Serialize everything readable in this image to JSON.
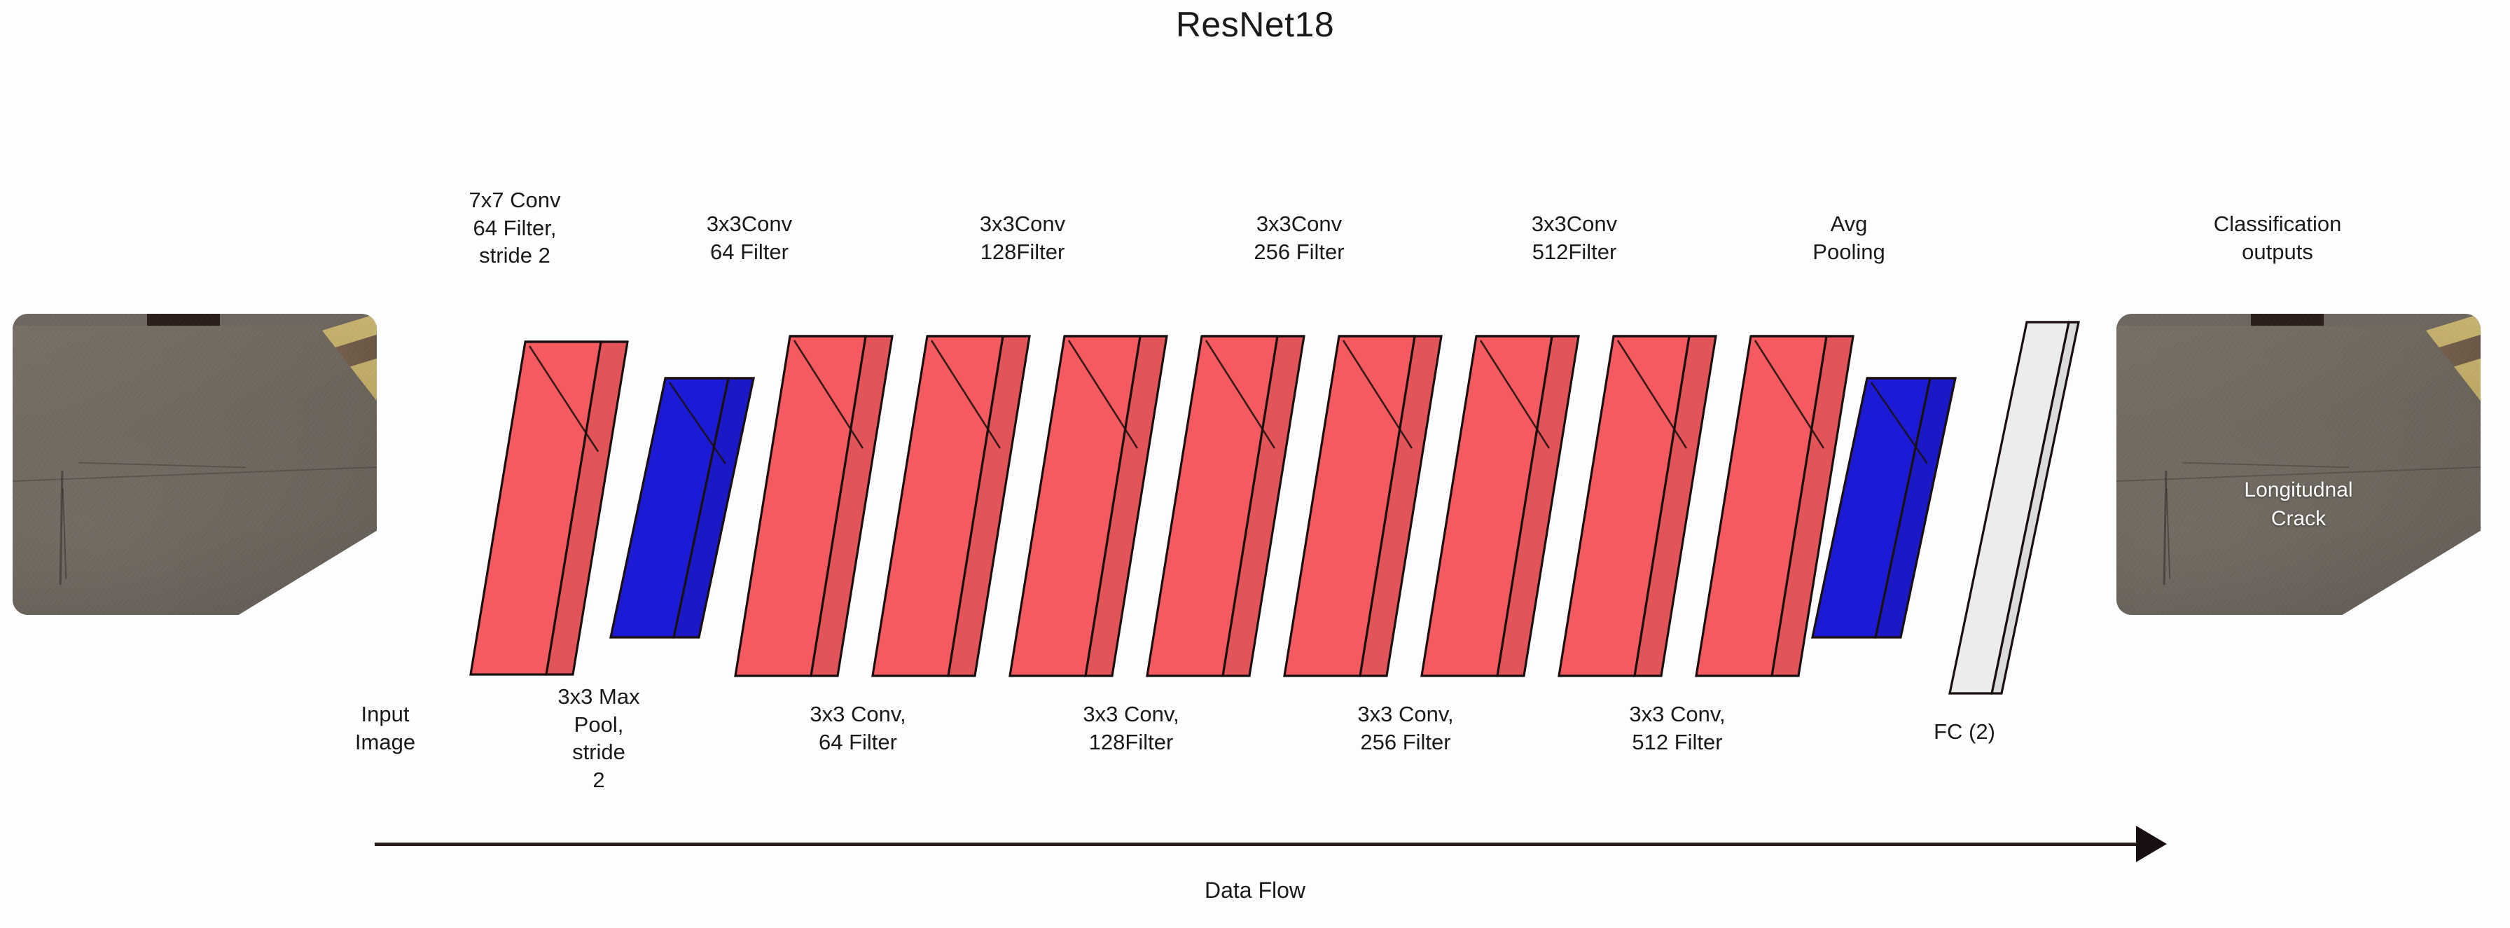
{
  "diagram": {
    "title": "ResNet18",
    "flow_label": "Data Flow",
    "colors": {
      "conv_block": "#f45a5f",
      "conv_block_top": "#f9797e",
      "conv_block_side": "#f06a6e",
      "pool_block": "#1d1ad6",
      "pool_block_top": "#3a36e6",
      "pool_block_side": "#2a26dd",
      "fc_plane": "#ececec",
      "fc_plane_side": "#cfcfcf",
      "outline": "#1a1010",
      "arrow": "#2b1f1f",
      "background": "#fdfdfd"
    }
  },
  "input": {
    "caption": "Input\nImage",
    "caption_line1": "Input",
    "caption_line2": "Image"
  },
  "output": {
    "title_line1": "Classification",
    "title_line2": "outputs",
    "overlay_line1": "Longitudnal",
    "overlay_line2": "Crack"
  },
  "top_labels": [
    {
      "id": "conv1",
      "lines": [
        "7x7 Conv",
        "64 Filter,",
        "stride 2"
      ]
    },
    {
      "id": "conv2a",
      "lines": [
        "3x3Conv",
        "64 Filter"
      ]
    },
    {
      "id": "conv3a",
      "lines": [
        "3x3Conv",
        "128Filter"
      ]
    },
    {
      "id": "conv4a",
      "lines": [
        "3x3Conv",
        "256 Filter"
      ]
    },
    {
      "id": "conv5a",
      "lines": [
        "3x3Conv",
        "512Filter"
      ]
    },
    {
      "id": "avgpool",
      "lines": [
        "Avg",
        "Pooling"
      ]
    }
  ],
  "bottom_labels": [
    {
      "id": "input",
      "lines": [
        "Input",
        "Image"
      ]
    },
    {
      "id": "maxpool",
      "lines": [
        "3x3 Max",
        "Pool,",
        "stride",
        "2"
      ]
    },
    {
      "id": "conv2b",
      "lines": [
        "3x3 Conv,",
        "64 Filter"
      ]
    },
    {
      "id": "conv3b",
      "lines": [
        "3x3 Conv,",
        "128Filter"
      ]
    },
    {
      "id": "conv4b",
      "lines": [
        "3x3 Conv,",
        "256 Filter"
      ]
    },
    {
      "id": "conv5b",
      "lines": [
        "3x3 Conv,",
        "512 Filter"
      ]
    },
    {
      "id": "fc",
      "lines": [
        "FC (2)"
      ]
    }
  ],
  "blocks": [
    {
      "id": "conv1",
      "type": "conv",
      "color": "#f45a5f"
    },
    {
      "id": "maxpool",
      "type": "pool",
      "color": "#1d1ad6"
    },
    {
      "id": "conv2_1",
      "type": "conv",
      "color": "#f45a5f"
    },
    {
      "id": "conv2_2",
      "type": "conv",
      "color": "#f45a5f"
    },
    {
      "id": "conv3_1",
      "type": "conv",
      "color": "#f45a5f"
    },
    {
      "id": "conv3_2",
      "type": "conv",
      "color": "#f45a5f"
    },
    {
      "id": "conv4_1",
      "type": "conv",
      "color": "#f45a5f"
    },
    {
      "id": "conv4_2",
      "type": "conv",
      "color": "#f45a5f"
    },
    {
      "id": "conv5_1",
      "type": "conv",
      "color": "#f45a5f"
    },
    {
      "id": "conv5_2",
      "type": "conv",
      "color": "#f45a5f"
    },
    {
      "id": "avgpool",
      "type": "pool",
      "color": "#1d1ad6"
    },
    {
      "id": "fc",
      "type": "fcplane",
      "color": "#ececec"
    }
  ]
}
